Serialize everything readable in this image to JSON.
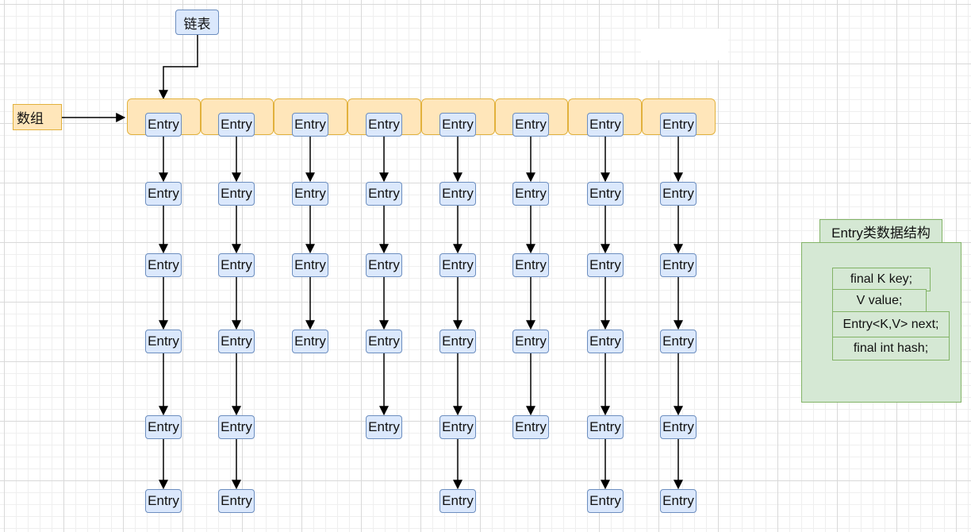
{
  "labels": {
    "linked_list": "链表",
    "array": "数组"
  },
  "entry_label": "Entry",
  "columns": [
    6,
    6,
    4,
    5,
    6,
    5,
    6,
    6
  ],
  "entry_struct": {
    "title": "Entry类数据结构",
    "fields": [
      "final K key;",
      "V value;",
      "Entry<K,V> next;",
      "final int hash;"
    ]
  },
  "colors": {
    "array_fill": "#ffe6ba",
    "array_stroke": "#e2b13c",
    "entry_fill": "#dbe8fc",
    "entry_stroke": "#6c8ebf",
    "struct_fill": "#d5e8d4",
    "struct_stroke": "#82b366"
  }
}
